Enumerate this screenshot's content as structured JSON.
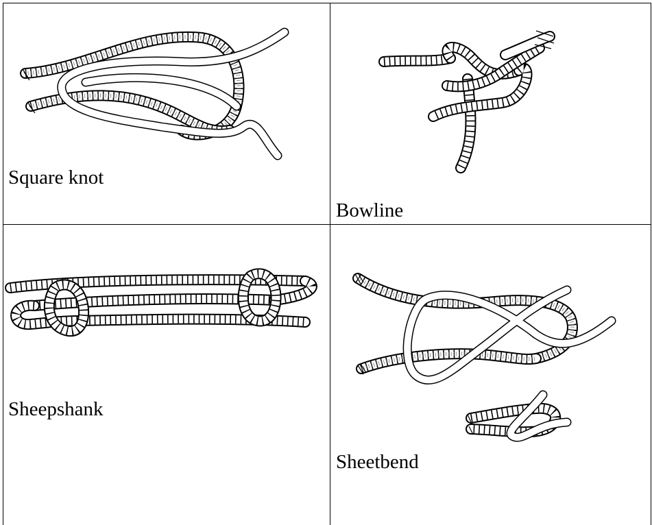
{
  "knots": [
    {
      "label": "Square knot"
    },
    {
      "label": "Bowline"
    },
    {
      "label": "Sheepshank"
    },
    {
      "label": "Sheetbend"
    }
  ]
}
